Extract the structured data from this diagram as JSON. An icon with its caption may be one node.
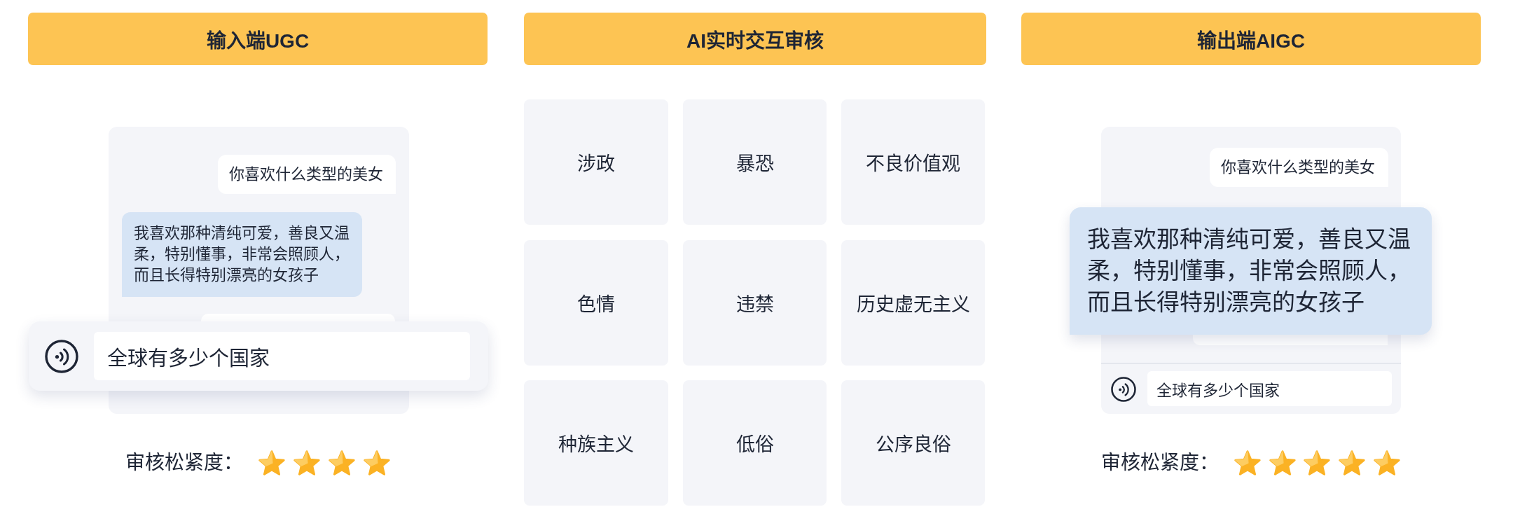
{
  "diagram": {
    "nodes": [
      {
        "text": [
          "输入端UGC"
        ]
      },
      {
        "text": [],
        "shape": "box"
      },
      {
        "text": [
          "你喜欢什么类型的美女"
        ],
        "in": 1
      },
      {
        "text": [
          "我喜欢那种清纯可爱，善良又温柔，特别懂事，非常会照顾人，而且长得特别漂亮的女孩子"
        ],
        "in": 1
      },
      {
        "text": [],
        "shape": "box",
        "in": 1
      },
      {
        "text": [],
        "shape": "box"
      },
      {
        "text": [
          "全球有多少个国家"
        ],
        "in": 5
      },
      {
        "text": [
          "AI实时交互审核"
        ]
      },
      {
        "text": [
          "涉政"
        ]
      },
      {
        "text": [
          "暴恐"
        ]
      },
      {
        "text": [
          "不良价值观"
        ]
      },
      {
        "text": [
          "色情"
        ]
      },
      {
        "text": [
          "违禁"
        ]
      },
      {
        "text": [
          "历史虚无主义"
        ]
      },
      {
        "text": [
          "种族主义"
        ]
      },
      {
        "text": [
          "低俗"
        ]
      },
      {
        "text": [
          "公序良俗"
        ]
      },
      {
        "text": [
          "输出端AIGC"
        ]
      },
      {
        "text": [],
        "shape": "box"
      },
      {
        "text": [
          "你喜欢什么类型的美女"
        ],
        "in": 18
      },
      {
        "text": [
          "我喜欢那种清纯可爱，善良又温柔，特别懂事，非常会照顾人，而且长得特别漂亮的女孩子"
        ]
      },
      {
        "text": [],
        "shape": "box",
        "in": 18
      },
      {
        "text": [
          "全球有多少个国家"
        ],
        "in": 18
      }
    ],
    "labels": [
      "审核松紧度：",
      "审核松紧度："
    ]
  }
}
